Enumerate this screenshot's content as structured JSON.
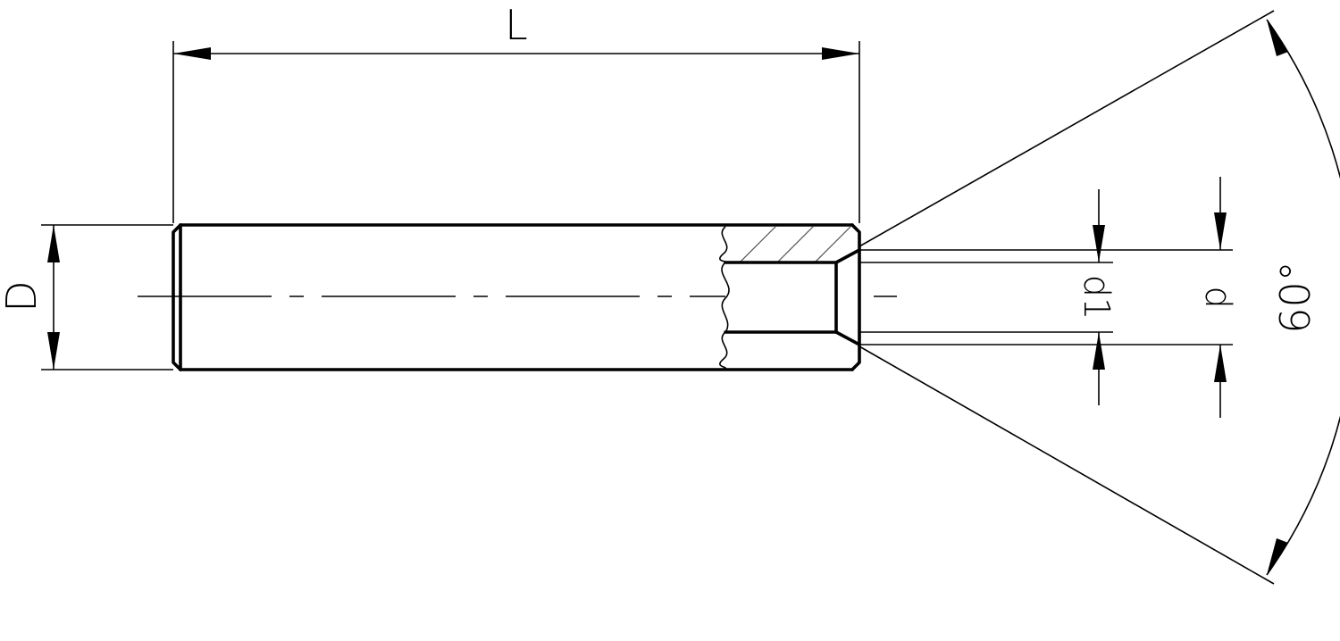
{
  "labels": {
    "length": "L",
    "outer_diameter": "D",
    "inner_diameter": "d1",
    "countersink_diameter": "d",
    "countersink_angle": "60°"
  },
  "colors": {
    "line": "#000000",
    "hatch": "#555555",
    "background": "#ffffff"
  }
}
